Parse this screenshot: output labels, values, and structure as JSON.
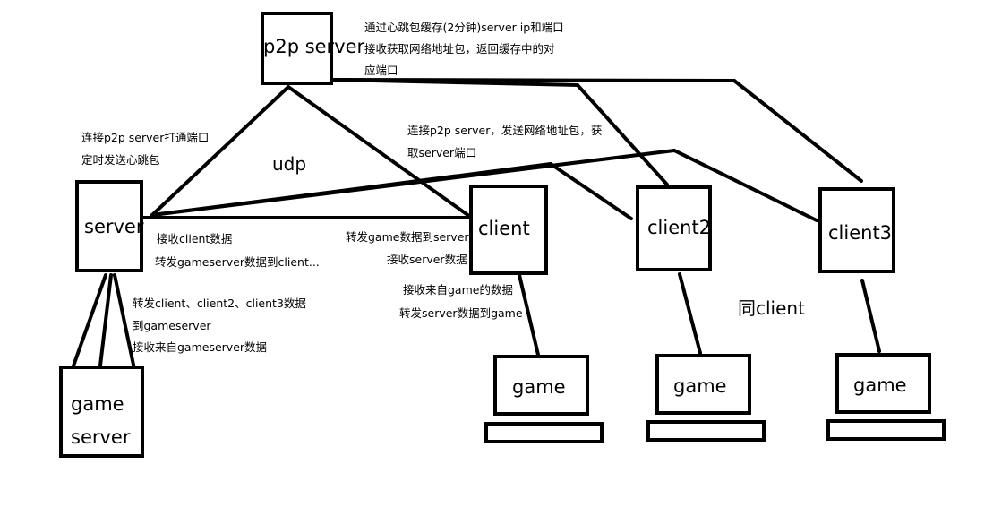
{
  "nodes": {
    "p2p_server": "p2p server",
    "server": "server",
    "client": "client",
    "client2": "client2",
    "client3": "client3",
    "game_server_line1": "game",
    "game_server_line2": "server",
    "game1": "game",
    "game2": "game",
    "game3": "game"
  },
  "labels": {
    "udp": "udp",
    "same_client": "同client"
  },
  "notes": {
    "p2p_line1": "通过心跳包缓存(2分钟)server ip和端口",
    "p2p_line2": "接收获取网络地址包，返回缓存中的对",
    "p2p_line3": "应端口",
    "server_conn_line1": "连接p2p server打通端口",
    "server_conn_line2": "定时发送心跳包",
    "client_conn_line1": "连接p2p server，发送网络地址包，获",
    "client_conn_line2": "取server端口",
    "server_recv_line1": "接收client数据",
    "server_recv_line2": "转发gameserver数据到client...",
    "client_fwd_line1": "转发game数据到server",
    "client_fwd_line2": "接收server数据",
    "client_game_line1": "接收来自game的数据",
    "client_game_line2": "转发server数据到game",
    "gs_line1": "转发client、client2、client3数据",
    "gs_line2": "到gameserver",
    "gs_line3": "接收来自gameserver数据"
  }
}
